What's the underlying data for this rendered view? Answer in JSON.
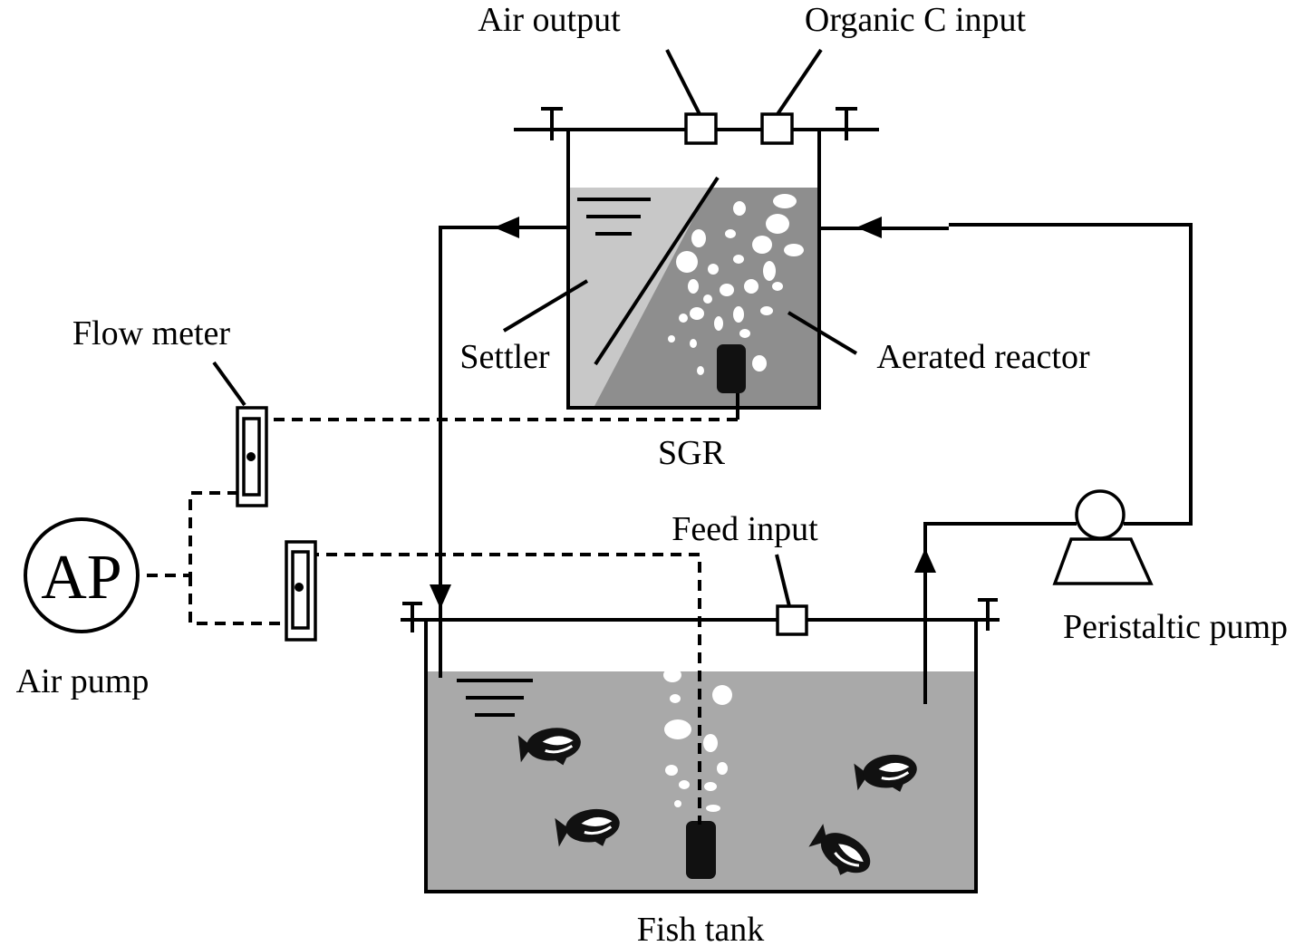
{
  "labels": {
    "air_output": "Air output",
    "organic_c_input": "Organic C input",
    "flow_meter": "Flow meter",
    "settler": "Settler",
    "aerated_reactor": "Aerated reactor",
    "sgr": "SGR",
    "feed_input": "Feed input",
    "peristaltic_pump": "Peristaltic pump",
    "ap": "AP",
    "air_pump": "Air pump",
    "fish_tank": "Fish tank"
  },
  "colors": {
    "water": "#a9a9a9",
    "reactor_water": "#8e8e8e",
    "settler_water": "#c8c8c8",
    "line": "#000000"
  }
}
